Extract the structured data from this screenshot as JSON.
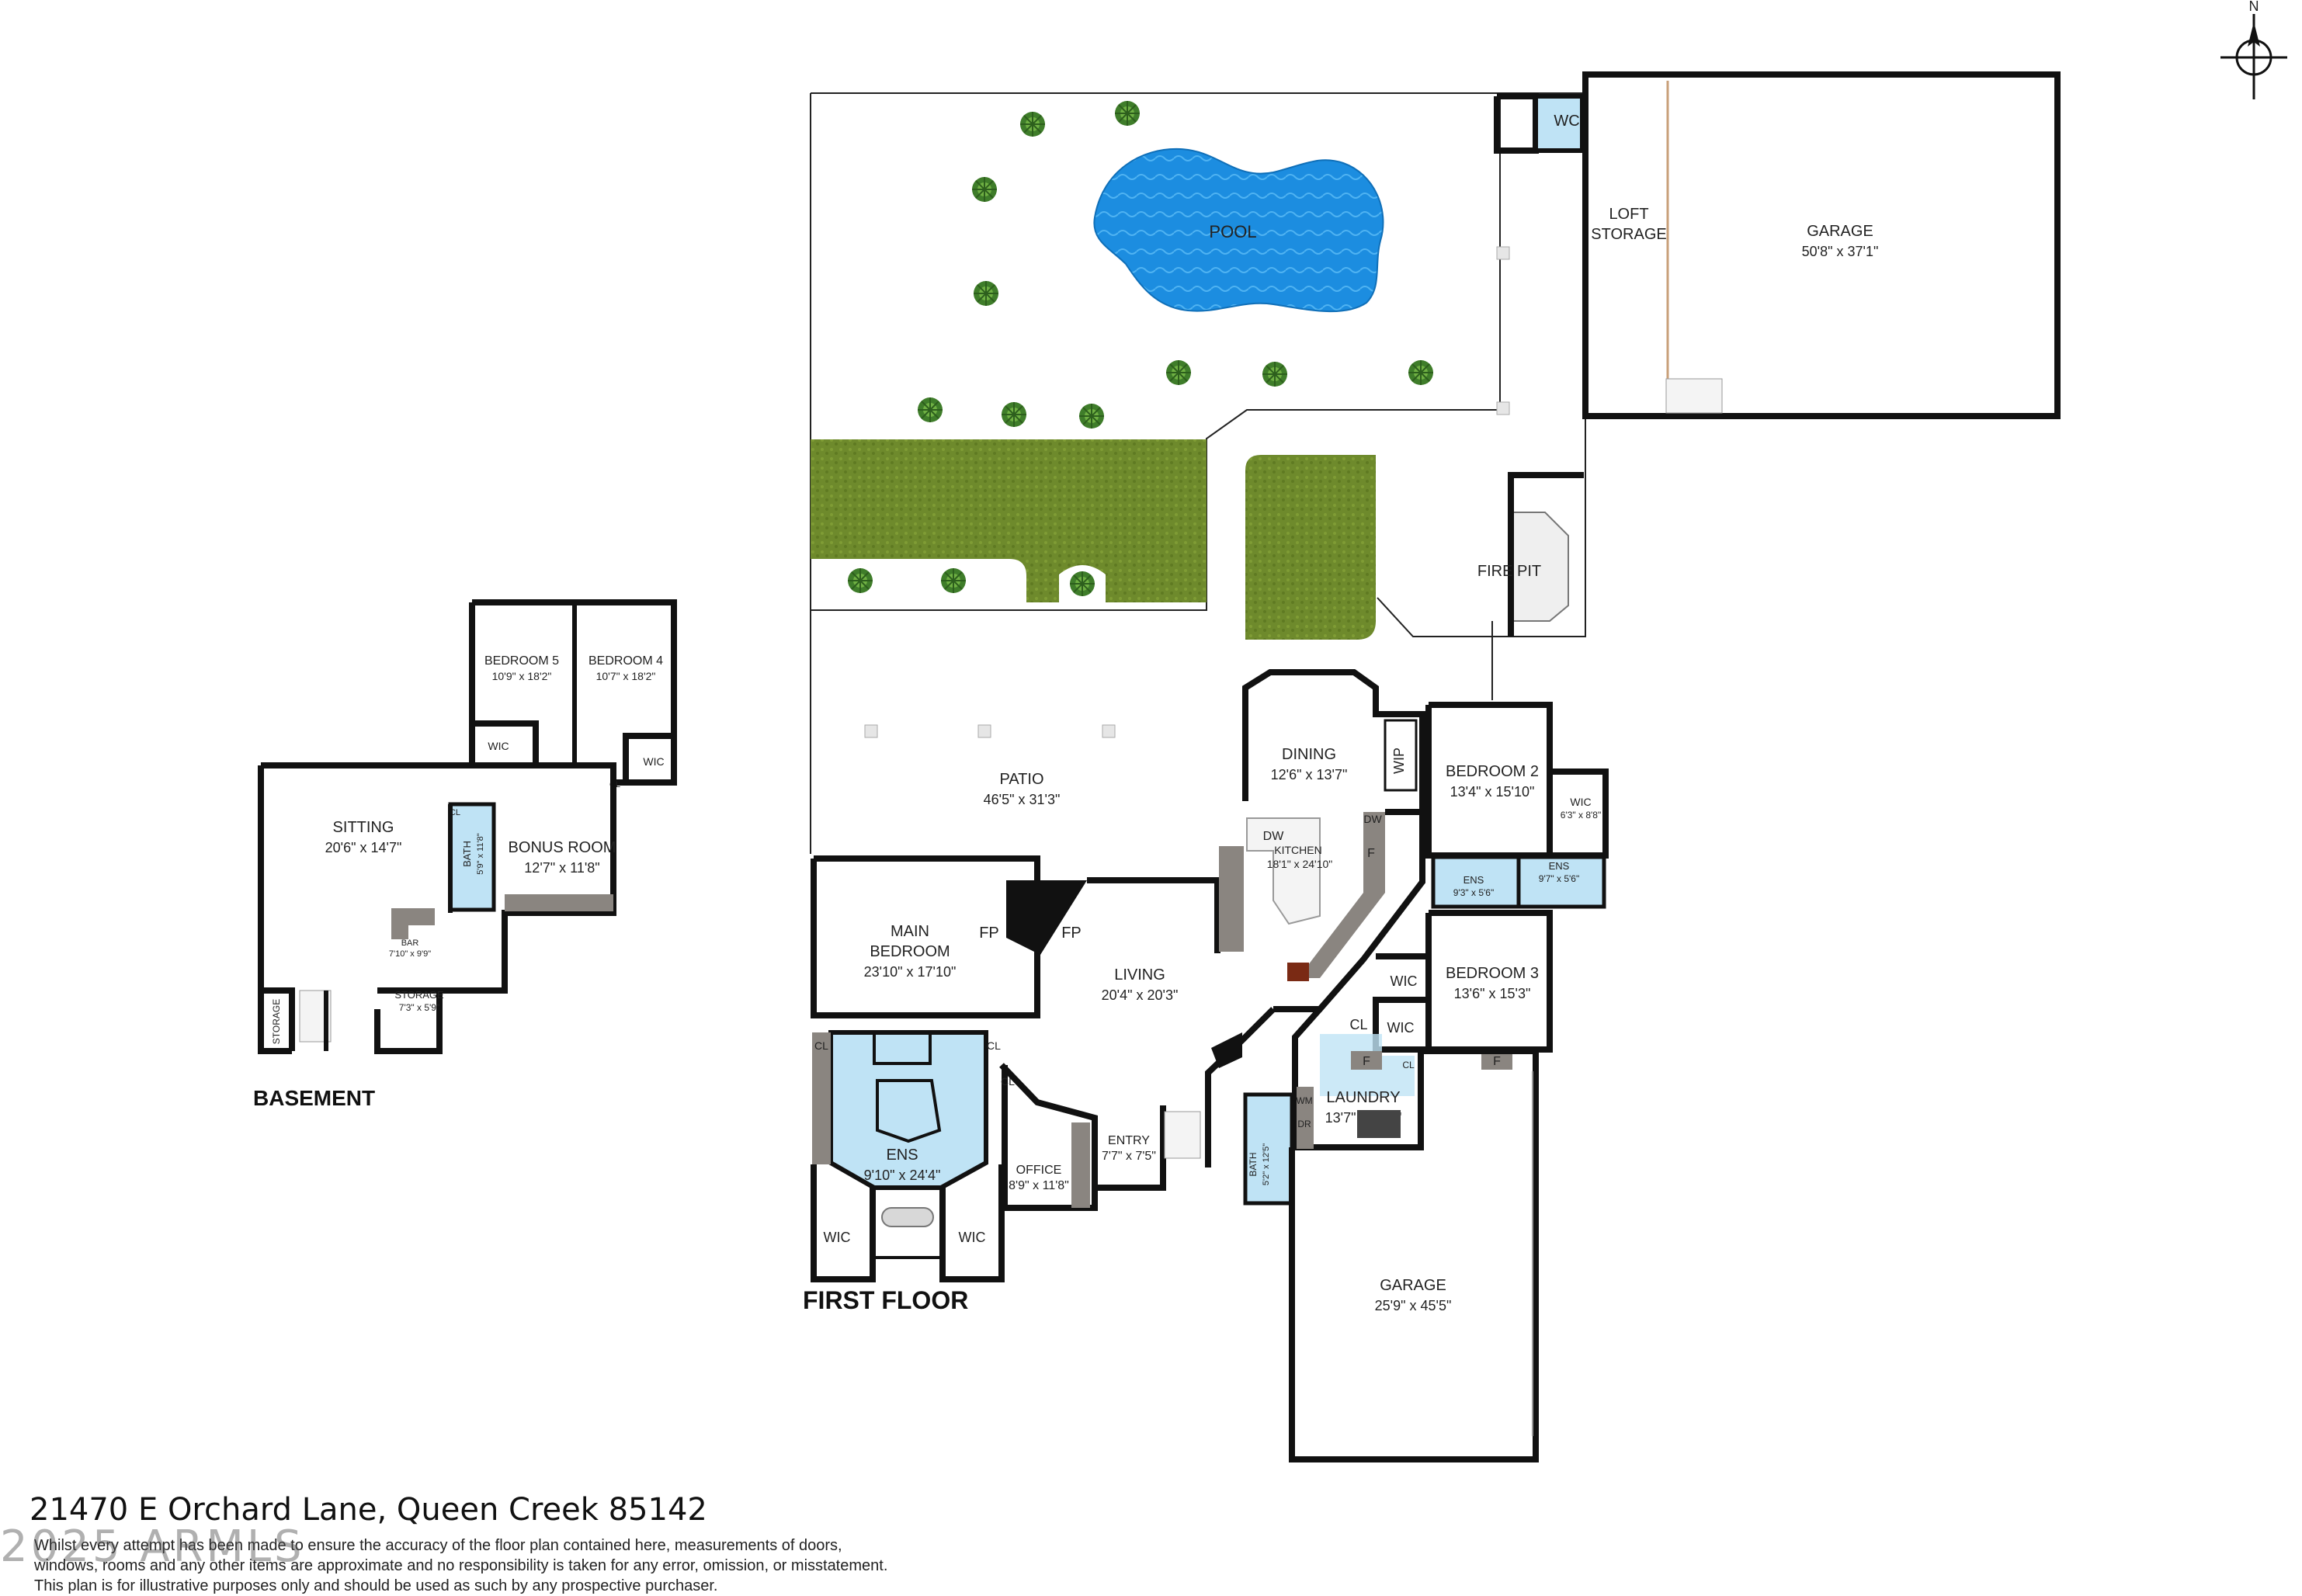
{
  "floors": {
    "first_floor": "FIRST FLOOR",
    "basement": "BASEMENT"
  },
  "compass": "N",
  "rooms": {
    "pool": "POOL",
    "loft_storage_1": "LOFT",
    "loft_storage_2": "STORAGE",
    "wc_top": "WC",
    "garage_big": "GARAGE",
    "garage_big_dim": "50'8\" x 37'1\"",
    "fire_pit": "FIRE PIT",
    "patio": "PATIO",
    "patio_dim": "46'5\" x 31'3\"",
    "dining": "DINING",
    "dining_dim": "12'6\" x 13'7\"",
    "wip": "WIP",
    "kitchen": "KITCHEN",
    "kitchen_dim": "18'1\" x 24'10\"",
    "dw1": "DW",
    "dw2": "DW",
    "f_kitchen": "F",
    "bedroom2": "BEDROOM 2",
    "bedroom2_dim": "13'4\" x 15'10\"",
    "wic_b2": "WIC",
    "wic_b2_dim": "6'3\" x 8'8\"",
    "ens_a": "ENS",
    "ens_a_dim": "9'3\" x 5'6\"",
    "ens_b": "ENS",
    "ens_b_dim": "9'7\" x 5'6\"",
    "main_bedroom_1": "MAIN",
    "main_bedroom_2": "BEDROOM",
    "main_bedroom_dim": "23'10\" x 17'10\"",
    "fp1": "FP",
    "fp2": "FP",
    "living": "LIVING",
    "living_dim": "20'4\" x 20'3\"",
    "wic_l1": "WIC",
    "wic_l2": "WIC",
    "cl_mid": "CL",
    "bedroom3": "BEDROOM 3",
    "bedroom3_dim": "13'6\" x 15'3\"",
    "f_b3": "F",
    "f_laundry": "F",
    "laundry": "LAUNDRY",
    "laundry_dim": "13'7\" x 12'8\"",
    "wm": "WM",
    "dr": "DR",
    "cl_l1": "CL",
    "cl_l2": "CL",
    "cl_l3": "CL",
    "cl_laundry": "CL",
    "ens_main": "ENS",
    "ens_main_dim": "9'10\" x 24'4\"",
    "office": "OFFICE",
    "office_dim": "8'9\" x 11'8\"",
    "entry": "ENTRY",
    "entry_dim": "7'7\" x 7'5\"",
    "bath_first": "BATH",
    "bath_first_dim": "5'2\" x 12'5\"",
    "wic_e1": "WIC",
    "wic_e2": "WIC",
    "garage_small": "GARAGE",
    "garage_small_dim": "25'9\" x 45'5\"",
    "bedroom5": "BEDROOM 5",
    "bedroom5_dim": "10'9\" x 18'2\"",
    "bedroom4": "BEDROOM 4",
    "bedroom4_dim": "10'7\" x 18'2\"",
    "wic_b5": "WIC",
    "wic_b4": "WIC",
    "cl_b4": "CL",
    "sitting": "SITTING",
    "sitting_dim": "20'6\" x 14'7\"",
    "cl_bath": "CL",
    "bath_base": "BATH",
    "bath_base_dim": "5'9\" x 11'8\"",
    "bonus_room": "BONUS ROOM",
    "bonus_room_dim": "12'7\" x 11'8\"",
    "bar": "BAR",
    "bar_dim": "7'10\" x 9'9\"",
    "storage_a": "STORAGE",
    "storage_b": "STORAGE",
    "storage_b_dim": "7'3\" x 5'9\""
  },
  "footer": {
    "address": "21470 E Orchard Lane, Queen Creek 85142",
    "disclaimer_1": "Whilst every attempt has been made to ensure the accuracy of the floor plan contained here, measurements of doors,",
    "disclaimer_2": "windows, rooms and any other items are approximate and no responsibility is taken for any error, omission, or misstatement.",
    "disclaimer_3": "This plan is for illustrative purposes only and should be used as such by any prospective purchaser.",
    "watermark": "2025 ARMLS"
  },
  "colors": {
    "pool": "#1e8fe0",
    "lawn": "#6f8a2a",
    "wet_room": "#bfe3f5",
    "wall": "#111111",
    "counter": "#8a8580"
  }
}
